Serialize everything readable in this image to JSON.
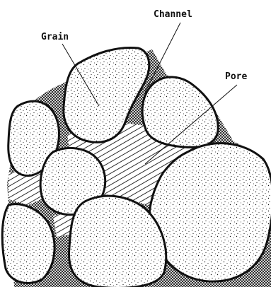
{
  "labels": {
    "grain": "Grain",
    "channel": "Channel",
    "pore": "Pore"
  },
  "colors": {
    "ink": "#111111",
    "background": "#ffffff"
  }
}
